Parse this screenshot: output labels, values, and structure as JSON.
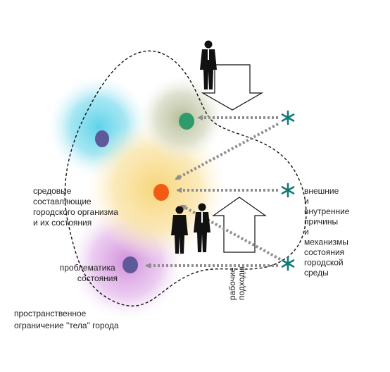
{
  "labels": {
    "environment": [
      "средовые",
      "составляющие",
      "городского организма",
      "и их состояния"
    ],
    "problems": [
      "проблематика",
      "состояния"
    ],
    "boundary": [
      "пространственное",
      "ограничение \"тела\" города"
    ],
    "causes": [
      "внешние",
      "и",
      "внутренние",
      "причины",
      "и",
      "механизмы",
      "состояния",
      "городской",
      "среды"
    ],
    "approaches": [
      "рабочие",
      "подходы"
    ]
  },
  "icons": {
    "cause_marker": "asterisk-icon",
    "person": "person-silhouette-icon",
    "arrow": "hollow-arrow-icon"
  },
  "colors": {
    "blob_cyan": "#5fd3ea",
    "blob_grey_green": "#c9cdb4",
    "blob_yellow": "#f7db86",
    "blob_violet": "#d8a0e0",
    "dot_blue": "#5e5a9a",
    "dot_green": "#2f9a6c",
    "dot_orange": "#f35a12",
    "asterisk": "#127a74",
    "dotted_arrow": "#8e8e8e",
    "boundary": "#111111"
  }
}
